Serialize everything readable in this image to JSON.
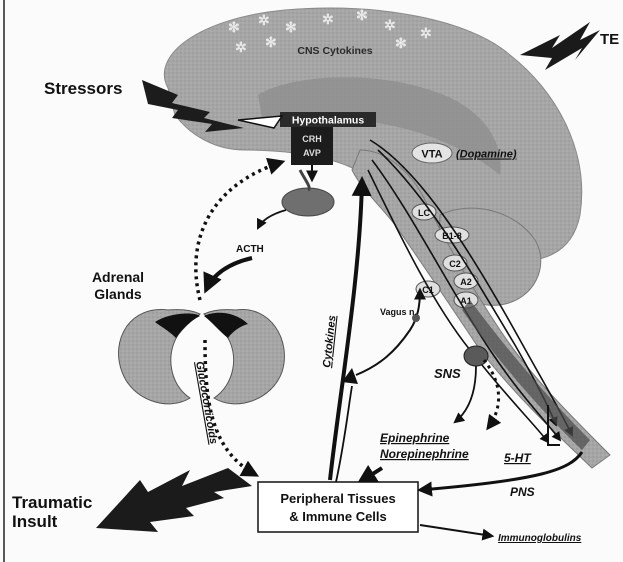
{
  "labels": {
    "te": "TE",
    "cns_cytokines": "CNS Cytokines",
    "stressors": "Stressors",
    "hypothalamus": "Hypothalamus",
    "crh": "CRH",
    "avp": "AVP",
    "vta": "VTA",
    "dopamine": "(Dopamine)",
    "lc": "LC",
    "b1_8": "B1-8",
    "c2": "C2",
    "a2": "A2",
    "c1": "C1",
    "a1": "A1",
    "acth": "ACTH",
    "adrenal_1": "Adrenal",
    "adrenal_2": "Glands",
    "cytokines": "Cytokines",
    "glucocorticoids": "Glucocorticoids",
    "vagus": "Vagus n.",
    "sns": "SNS",
    "epinephrine": "Epinephrine",
    "norepinephrine": "Norepinephrine",
    "five_ht": "5-HT",
    "pns": "PNS",
    "traumatic_1": "Traumatic",
    "traumatic_2": "Insult",
    "peripheral_1": "Peripheral Tissues",
    "peripheral_2": "& Immune Cells",
    "immunoglobulins": "Immunoglobulins"
  },
  "colors": {
    "brain": "#a9a9a9",
    "brain_dark": "#7e7e7e",
    "stem": "#9a9a9a",
    "black": "#111111",
    "box_fill": "#ffffff"
  }
}
